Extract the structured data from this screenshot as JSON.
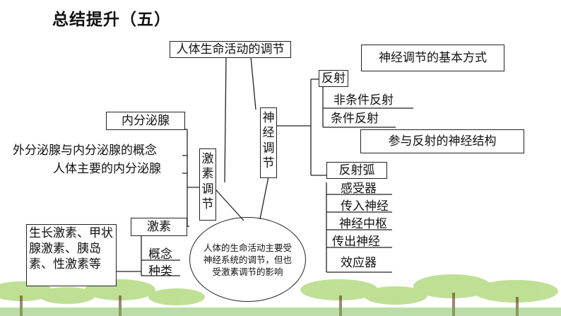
{
  "title": "总结提升（五）",
  "center_top": "人体生命活动的调节",
  "neural": {
    "label_chars": [
      "神",
      "经",
      "调",
      "节"
    ],
    "reflex": "反射",
    "basic_mode": "神经调节的基本方式",
    "unconditioned": "非条件反射",
    "conditioned": "条件反射",
    "structure_note": "参与反射的神经结构",
    "reflex_arc": "反射弧",
    "arc_parts": [
      "感受器",
      "传入神经",
      "神经中枢",
      "传出神经",
      "效应器"
    ]
  },
  "hormonal": {
    "label_chars": [
      "激",
      "素",
      "调",
      "节"
    ],
    "endocrine": "内分泌腺",
    "concept_compare": "外分泌腺与内分泌腺的概念",
    "main_glands": "人体主要的内分泌腺",
    "hormone": "激素",
    "concept": "概念",
    "kinds": "种类",
    "kinds_list": "生长激素、甲状腺激素、胰岛素、性激素等"
  },
  "summary": "人体的生命活动主要受神经系统的调节，但也受激素调节的影响"
}
